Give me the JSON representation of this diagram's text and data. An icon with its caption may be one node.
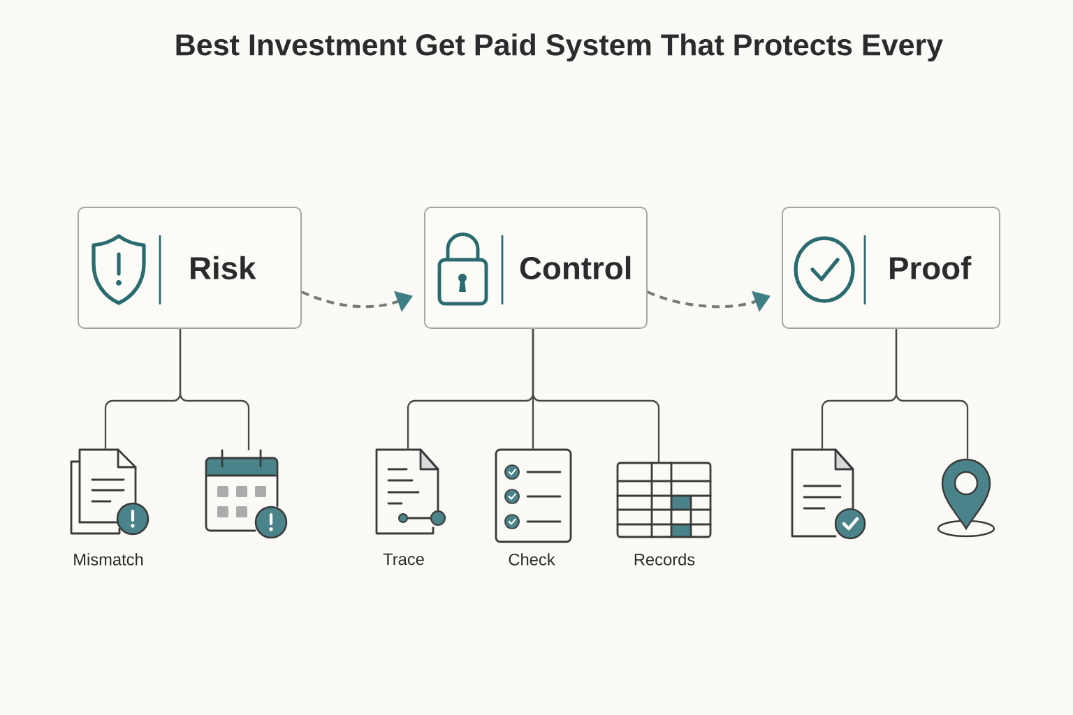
{
  "diagram": {
    "title": "Best Investment Get Paid System That Protects Every",
    "nodes": [
      {
        "text": [
          "Risk"
        ]
      },
      {
        "text": [
          "Control"
        ]
      },
      {
        "text": [
          "Proof"
        ]
      },
      {
        "text": [],
        "shape": "picture",
        "beside": [
          "Mismatch"
        ]
      },
      {
        "text": [],
        "shape": "picture"
      },
      {
        "text": [],
        "shape": "picture",
        "beside": [
          "Trace"
        ]
      },
      {
        "text": [],
        "shape": "picture",
        "beside": [
          "Check"
        ]
      },
      {
        "text": [],
        "shape": "picture",
        "beside": [
          "Records"
        ]
      },
      {
        "text": [],
        "shape": "picture"
      },
      {
        "text": [],
        "shape": "picture"
      }
    ],
    "edges": [
      {
        "from": 0,
        "to": 1,
        "arrow": "to",
        "style": "dashed",
        "color": "#7a7a7a"
      },
      {
        "from": 1,
        "to": 2,
        "arrow": "to",
        "style": "dashed",
        "color": "#7a7a7a"
      },
      {
        "from": 0,
        "to": 3,
        "arrow": "none"
      },
      {
        "from": 0,
        "to": 4,
        "arrow": "none"
      },
      {
        "from": 1,
        "to": 5,
        "arrow": "none"
      },
      {
        "from": 1,
        "to": 6,
        "arrow": "none"
      },
      {
        "from": 1,
        "to": 7,
        "arrow": "none"
      },
      {
        "from": 2,
        "to": 8,
        "arrow": "none"
      },
      {
        "from": 2,
        "to": 9,
        "arrow": "none"
      }
    ]
  }
}
